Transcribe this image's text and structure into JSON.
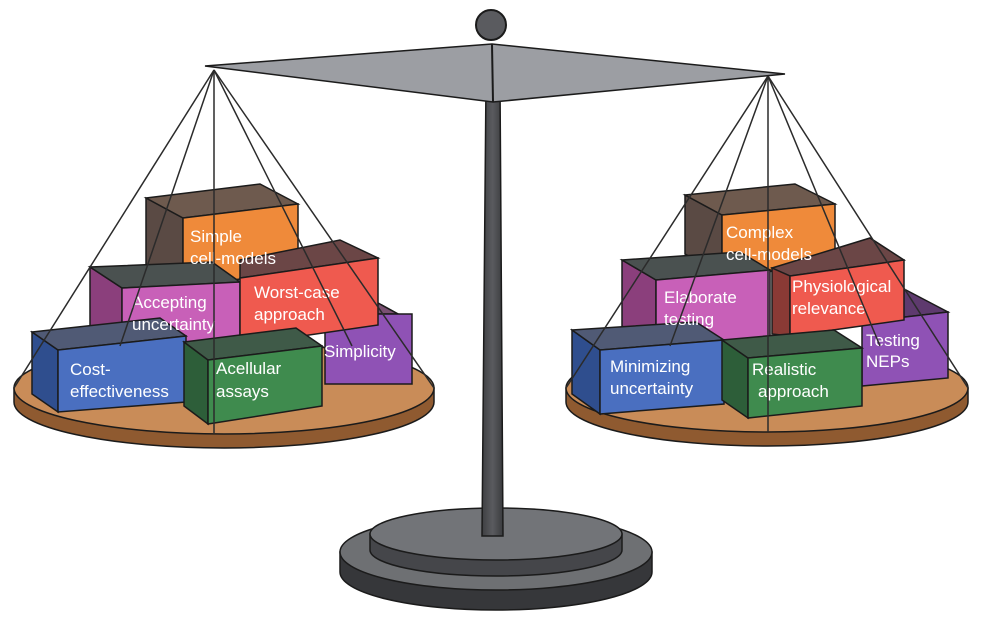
{
  "scale": {
    "left_pan": {
      "blocks": [
        {
          "id": "cost-effectiveness",
          "lines": [
            "Cost-",
            "effectiveness"
          ],
          "color": "#4a6fc0"
        },
        {
          "id": "acellular-assays",
          "lines": [
            "Acellular",
            "assays"
          ],
          "color": "#3f8b4e"
        },
        {
          "id": "simplicity",
          "lines": [
            "Simplicity"
          ],
          "color": "#8f52b5"
        },
        {
          "id": "accepting-uncertainty",
          "lines": [
            "Accepting",
            "uncertainty"
          ],
          "color": "#c860b8"
        },
        {
          "id": "worst-case-approach",
          "lines": [
            "Worst-case",
            "approach"
          ],
          "color": "#ef5a4f"
        },
        {
          "id": "simple-cell-models",
          "lines": [
            "Simple",
            "cell-models"
          ],
          "color": "#ef8a3a"
        }
      ]
    },
    "right_pan": {
      "blocks": [
        {
          "id": "minimizing-uncertainty",
          "lines": [
            "Minimizing",
            "uncertainty"
          ],
          "color": "#4a6fc0"
        },
        {
          "id": "realistic-approach",
          "lines": [
            "Realistic",
            "approach"
          ],
          "color": "#3f8b4e"
        },
        {
          "id": "testing-neps",
          "lines": [
            "Testing",
            "NEPs"
          ],
          "color": "#8f52b5"
        },
        {
          "id": "elaborate-testing",
          "lines": [
            "Elaborate",
            "testing"
          ],
          "color": "#c860b8"
        },
        {
          "id": "physiological-relevance",
          "lines": [
            "Physiological",
            "relevance"
          ],
          "color": "#ef5a4f"
        },
        {
          "id": "complex-cell-models",
          "lines": [
            "Complex",
            "cell-models"
          ],
          "color": "#ef8a3a"
        }
      ]
    },
    "colors": {
      "pan_top": "#c98c58",
      "pan_rim": "#8f5a30",
      "beam": "#9c9ea3",
      "post": "#4c4d50",
      "base_top": "#6e7073",
      "base_side": "#3e3f42",
      "string": "#2b2b2b"
    }
  }
}
